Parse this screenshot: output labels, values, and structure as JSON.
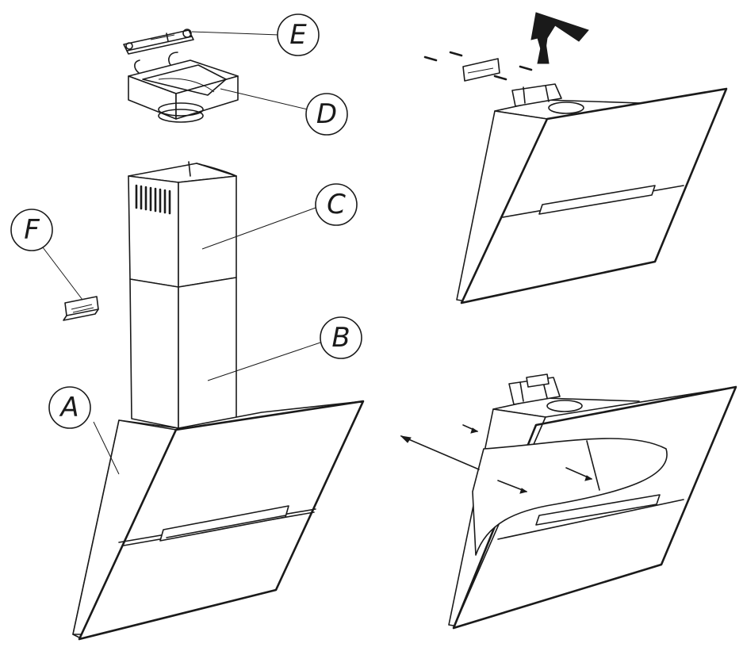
{
  "callouts": {
    "A": "A",
    "B": "B",
    "C": "C",
    "D": "D",
    "E": "E",
    "F": "F"
  },
  "colors": {
    "line": "#1a1a1a",
    "background": "#ffffff",
    "shade": "#d9d9d9"
  }
}
